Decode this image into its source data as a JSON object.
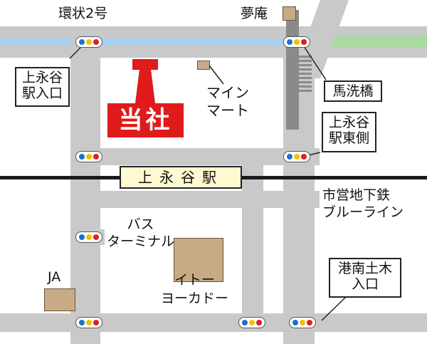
{
  "labels": {
    "kanjo2": "環状2号",
    "yumean": "夢庵",
    "kamenagaya_eki_iriguchi": "上永谷\n駅入口",
    "mainmart": "マイン\nマート",
    "company": "当社",
    "umaaraibashi": "馬洗橋",
    "kamenagaya_eki_higashi": "上永谷\n駅東側",
    "station": "上永谷駅",
    "subway_line": "市営地下鉄\nブルーライン",
    "bus_terminal": "バス\nターミナル",
    "ja": "JA",
    "itoyokado": "イトー\nヨーカドー",
    "konan_dobokuiriguchi": "港南土木\n入口"
  },
  "colors": {
    "road": "#c9c9c9",
    "river": "#a8d0ee",
    "railway": "#1a1a1a",
    "company": "#e01b1b",
    "station_fill": "#fff8d0",
    "building": "#c7aa86",
    "park": "#a9d9a0",
    "signal_blue": "#1f6fd1",
    "signal_yellow": "#f2c200",
    "signal_red": "#e02020"
  }
}
